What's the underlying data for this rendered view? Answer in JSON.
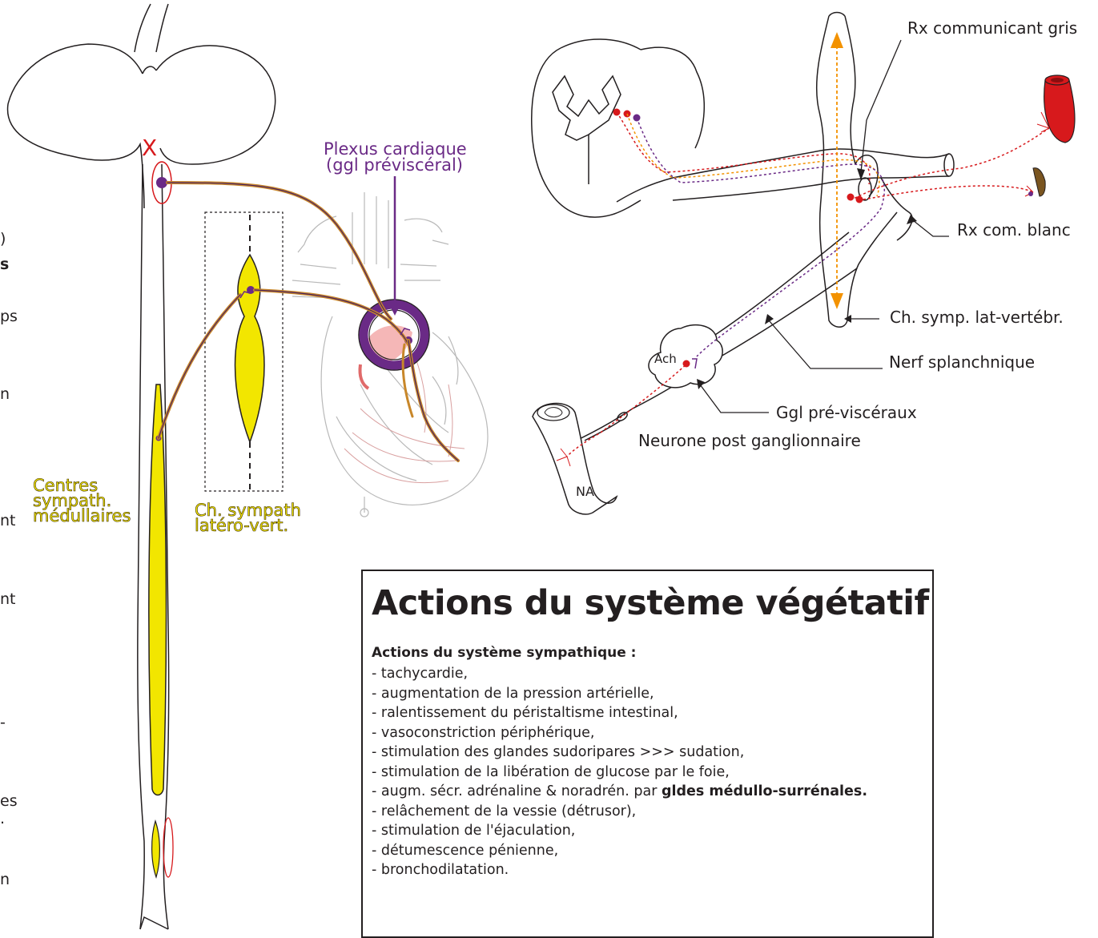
{
  "left_diagram": {
    "x_mark": "X",
    "centres_label": [
      "Centres",
      "sympath.",
      "médullaires"
    ],
    "chain_label": [
      "Ch. sympath",
      "latéro-vert."
    ],
    "plexus_label": [
      "Plexus cardiaque",
      "(ggl préviscéral)"
    ]
  },
  "cut_text_fragments": [
    ")",
    "s",
    "ps",
    "n",
    "nt",
    "nt",
    "-",
    "es",
    ".",
    "n"
  ],
  "right_diagram": {
    "rx_gris": "Rx communicant gris",
    "rx_blanc": "Rx com. blanc",
    "chaine": "Ch. symp. lat-vertébr.",
    "nerf": "Nerf splanchnique",
    "ggl": "Ggl pré-viscéraux",
    "neurone": "Neurone post ganglionnaire",
    "ach": "Ach",
    "na": "NA"
  },
  "actions": {
    "title": "Actions du système végétatif",
    "subtitle": "Actions du système sympathique :",
    "items": [
      "- tachycardie,",
      "- augmentation de la pression artérielle,",
      "- ralentissement du péristaltisme intestinal,",
      "- vasoconstriction périphérique,",
      "- stimulation des glandes sudoripares >>> sudation,",
      "- stimulation de la libération de glucose par le foie,",
      "- augm. sécr. adrénaline & noradrén. par ",
      "- relâchement de la vessie (détrusor),",
      "- stimulation de l'éjaculation,",
      "- détumescence pénienne,",
      "- bronchodilatation."
    ],
    "item7_bold": "gldes médullo-surrénales."
  },
  "colors": {
    "ink": "#231f20",
    "yellow": "#f2e600",
    "purple": "#6a2a86",
    "red": "#d7191c",
    "orange": "#f39200",
    "fiber": "#c8872a"
  }
}
